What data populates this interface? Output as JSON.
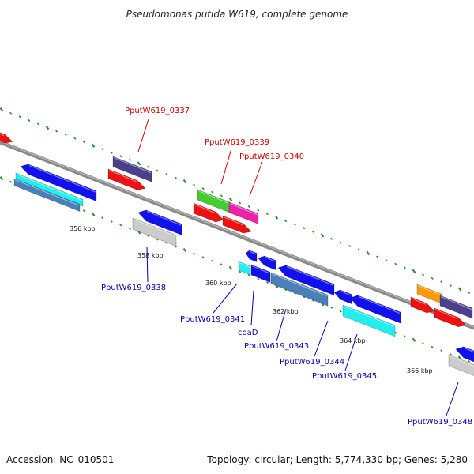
{
  "title": "Pseudomonas putida W619, complete genome",
  "footer": {
    "accession": "Accession: NC_010501",
    "summary": "Topology: circular; Length: 5,774,330 bp; Genes: 5,280"
  },
  "colors": {
    "top_label": "#cc0000",
    "bottom_label": "#0000aa",
    "backbone": "#8a8a8a",
    "tick": "#2a8a2a",
    "forward_red": "#ee1111",
    "dark_purple": "#4b3f8c",
    "green": "#44cc33",
    "magenta": "#ee22aa",
    "orange": "#ff9900",
    "blue": "#1111ee",
    "steel_blue": "#4a7fb8",
    "cyan": "#22eeee",
    "light_gray": "#cccccc"
  },
  "scale_ticks": [
    "356 kbp",
    "358 kbp",
    "360 kbp",
    "362 kbp",
    "364 kbp",
    "366 kbp"
  ],
  "top_labels": [
    "PputW619_0337",
    "PputW619_0339",
    "PputW619_0340"
  ],
  "bottom_labels": [
    "PputW619_0338",
    "PputW619_0341",
    "coaD",
    "PputW619_0343",
    "PputW619_0344",
    "PputW619_0345",
    "PputW619_0348"
  ]
}
